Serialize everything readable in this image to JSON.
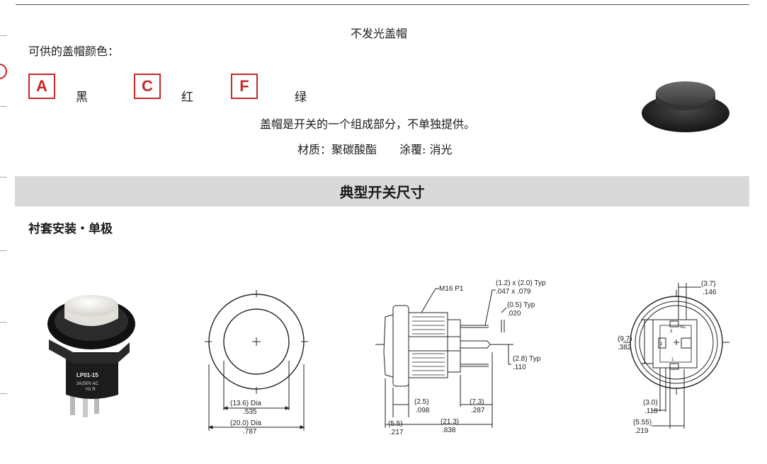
{
  "caps": {
    "heading": "不发光盖帽",
    "colors_label": "可供的盖帽颜色：",
    "options": [
      {
        "code": "A",
        "name": "黑"
      },
      {
        "code": "C",
        "name": "红"
      },
      {
        "code": "F",
        "name": "绿"
      }
    ],
    "note": "盖帽是开关的一个组成部分，不单独提供。",
    "material": "材质：聚碳酸酯　　涂覆: 消光"
  },
  "section": {
    "title": "典型开关尺寸",
    "subtitle": "衬套安装・单极"
  },
  "product": {
    "model": "LP01-15",
    "rating": "3A250V AC",
    "code": "H1 R"
  },
  "front_view": {
    "inner_dia_mm": "(13.6) Dia",
    "inner_dia_in": ".535",
    "outer_dia_mm": "(20.0) Dia",
    "outer_dia_in": ".787"
  },
  "side_view": {
    "thread": "M16 P1",
    "terminal_size": "(1.2) x (2.0) Typ",
    "terminal_size_in": ".047 x .079",
    "term_thick": "(0.5) Typ",
    "term_thick_in": ".020",
    "term_spacing": "(2.8) Typ",
    "term_spacing_in": ".110",
    "flange_mm": "(5.5)",
    "flange_in": ".217",
    "cap_mm": "(2.5)",
    "cap_in": ".098",
    "body_mm": "(21.3)",
    "body_in": ".838",
    "term_len_mm": "(7.3)",
    "term_len_in": ".287"
  },
  "rear_view": {
    "top_mm": "(3.7)",
    "top_in": ".146",
    "height_mm": "(9.7)",
    "height_in": ".382",
    "bottom1_mm": "(3.0)",
    "bottom1_in": ".118",
    "bottom2_mm": "(5.55)",
    "bottom2_in": ".219",
    "pin_nc": "NC",
    "pin_1": "1",
    "pin_2": "2",
    "pin_3": "3"
  }
}
